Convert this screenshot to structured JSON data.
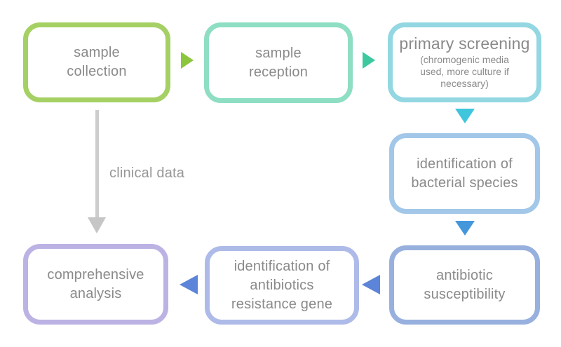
{
  "diagram": {
    "type": "flowchart",
    "background_color": "#ffffff",
    "text_color": "#8a8a8a",
    "nodes": {
      "sample_collection": {
        "label": "sample\ncollection",
        "border_color": "#a5d063"
      },
      "sample_reception": {
        "label": "sample\nreception",
        "border_color": "#8edec4"
      },
      "primary_screening": {
        "title": "primary screening",
        "subtitle": "(chromogenic media\nused, more culture if\nnecessary)",
        "border_color": "#92d7e2"
      },
      "identification_bacterial_species": {
        "label": "identification of\nbacterial species",
        "border_color": "#a2c7e8"
      },
      "antibiotic_susceptibility": {
        "label": "antibiotic\nsusceptibility",
        "border_color": "#97b0de"
      },
      "identification_antibiotics_resistance_gene": {
        "label": "identification of\nantibiotics\nresistance gene",
        "border_color": "#aebbe9"
      },
      "comprehensive_analysis": {
        "label": "comprehensive\nanalysis",
        "border_color": "#bcb3e4"
      }
    },
    "edges": {
      "collection_to_reception": {
        "direction": "right",
        "color": "#8bc63e"
      },
      "reception_to_screening": {
        "direction": "right",
        "color": "#3cc9a0"
      },
      "screening_to_identification": {
        "direction": "down",
        "color": "#3fc6dd"
      },
      "identification_to_susceptibility": {
        "direction": "down",
        "color": "#4597dc"
      },
      "susceptibility_to_resistance_gene": {
        "direction": "left",
        "color": "#5c84d8"
      },
      "resistance_gene_to_analysis": {
        "direction": "left",
        "color": "#5c84d8"
      },
      "collection_to_analysis": {
        "direction": "down",
        "color": "#cdcdcd",
        "label": "clinical data"
      }
    }
  }
}
